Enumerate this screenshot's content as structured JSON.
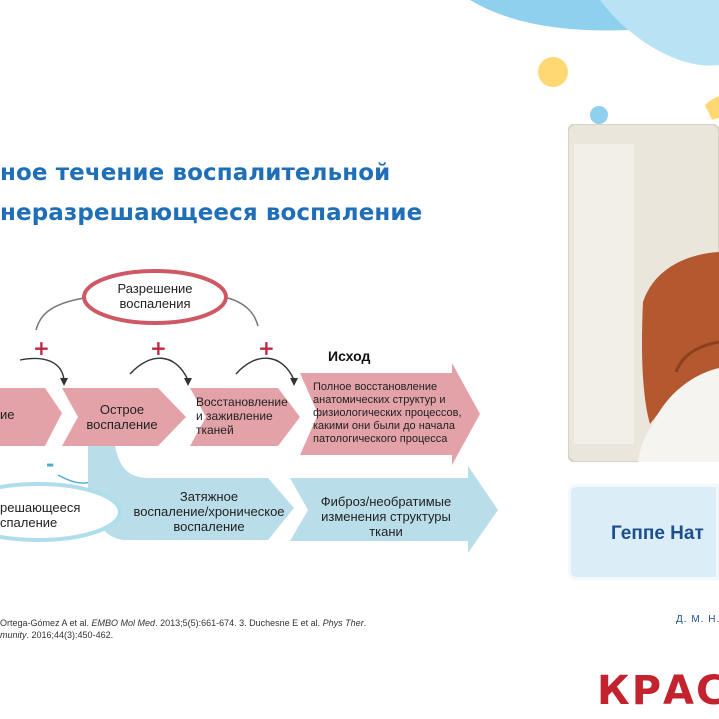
{
  "slide": {
    "title_line1": "ное течение воспалительной",
    "title_line2": "неразрешающееся воспаление",
    "resolution_label": "Разрешение\nвоспаления",
    "plus_signs": [
      "+",
      "+",
      "+"
    ],
    "minus_sign": "-",
    "outcome_heading": "Исход",
    "row1": [
      {
        "label": "ие"
      },
      {
        "label": "Острое\nвоспаление"
      },
      {
        "label": "Восстановление\nи заживление\nтканей"
      },
      {
        "label": "Полное восстановление\nанатомических структур и\nфизиологических процессов,\nкакими они были до начала\nпатологического процесса"
      }
    ],
    "row2": [
      {
        "label": "Затяжное\nвоспаление/хроническое\nвоспаление"
      },
      {
        "label": "Фиброз/необратимые\nизменения структуры\nткани"
      }
    ],
    "unresolved_label": "решающееся\nспаление",
    "references": {
      "line1_prefix": "Ortega-Gómez A et al. ",
      "line1_journal": "EMBO Mol Med",
      "line1_mid": ". 2013;5(5):661-674. 3. Duchesne E et al. ",
      "line1_journal2": "Phys Ther",
      "line1_end": ".",
      "line2_italic": "munity",
      "line2_end": ". 2016;44(3):450-462."
    }
  },
  "speaker": {
    "name": "Геппе Нат",
    "role": "Д. М. Н."
  },
  "brand": {
    "logo": "КРАС"
  },
  "colors": {
    "title": "#1f6fb8",
    "pink_arrow": "#e3a2a8",
    "blue_arrow": "#b9dde9",
    "plus": "#c0273e",
    "logo": "#c3222f",
    "card": "#dbeef7"
  }
}
